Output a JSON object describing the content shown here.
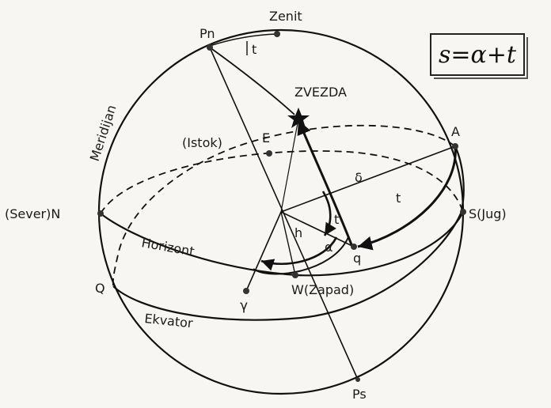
{
  "formula": "s=α+t",
  "labels": {
    "zenit": "Zenit",
    "pn": "Pn",
    "ps": "Ps",
    "t_top": "t",
    "zvezda": "ZVEZDA",
    "meridijan": "Meridijan",
    "istok": "(Istok)",
    "e": "E",
    "a": "A",
    "delta": "δ",
    "t_right": "t",
    "sever": "(Sever)N",
    "jug": "S(Jug)",
    "horizont": "Horizont",
    "t_center": "t",
    "h_angle": "h",
    "alpha": "α",
    "q_small": "q",
    "q_big": "Q",
    "zapad": "W(Zapad)",
    "ekvator": "Ekvator",
    "gamma": "γ"
  }
}
